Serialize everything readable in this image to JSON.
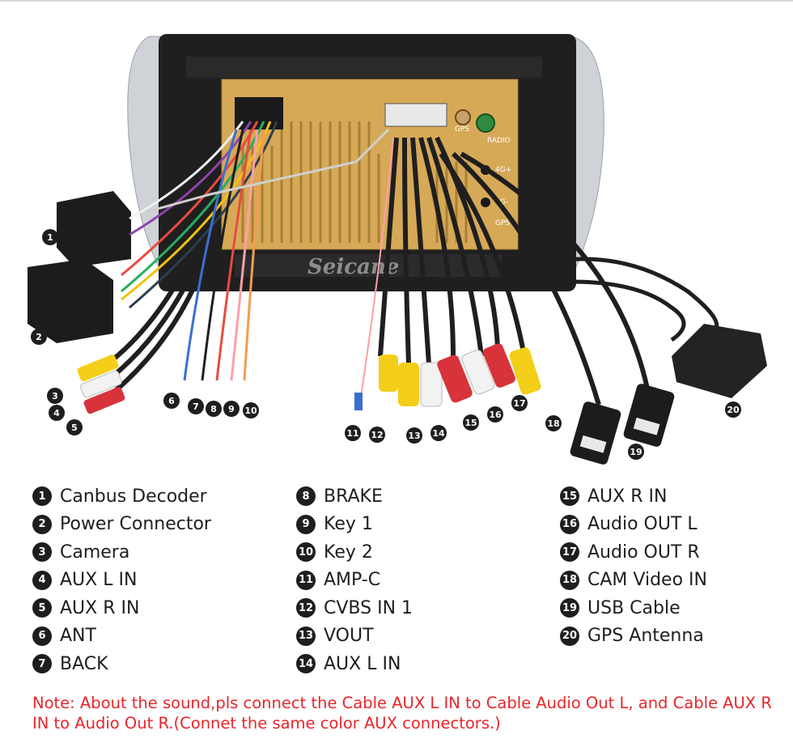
{
  "brand_watermark": "Seicane",
  "device_markings": {
    "gps": "GPS",
    "radio": "RADIO",
    "four_g_plus": "4G+",
    "four_g_minus": "4G-",
    "gps2": "GPS"
  },
  "callouts": [
    "1",
    "2",
    "3",
    "4",
    "5",
    "6",
    "7",
    "8",
    "9",
    "10",
    "11",
    "12",
    "13",
    "14",
    "15",
    "16",
    "17",
    "18",
    "19",
    "20"
  ],
  "legend": [
    [
      {
        "num": "1",
        "label": "Canbus Decoder"
      },
      {
        "num": "2",
        "label": "Power Connector"
      },
      {
        "num": "3",
        "label": "Camera"
      },
      {
        "num": "4",
        "label": "AUX L IN"
      },
      {
        "num": "5",
        "label": "AUX R IN"
      },
      {
        "num": "6",
        "label": "ANT"
      },
      {
        "num": "7",
        "label": "BACK"
      }
    ],
    [
      {
        "num": "8",
        "label": "BRAKE"
      },
      {
        "num": "9",
        "label": "Key 1"
      },
      {
        "num": "10",
        "label": "Key 2"
      },
      {
        "num": "11",
        "label": "AMP-C"
      },
      {
        "num": "12",
        "label": "CVBS IN 1"
      },
      {
        "num": "13",
        "label": "VOUT"
      },
      {
        "num": "14",
        "label": "AUX L IN"
      }
    ],
    [
      {
        "num": "15",
        "label": "AUX R IN"
      },
      {
        "num": "16",
        "label": "Audio OUT L"
      },
      {
        "num": "17",
        "label": "Audio OUT R"
      },
      {
        "num": "18",
        "label": "CAM Video IN"
      },
      {
        "num": "19",
        "label": "USB Cable"
      },
      {
        "num": "20",
        "label": "GPS Antenna"
      }
    ]
  ],
  "note": "Note: About the sound,pls connect the Cable AUX L IN to Cable Audio Out L, and Cable AUX R IN to  Audio Out R.(Connet the same color AUX connectors.)",
  "colors": {
    "note_red": "#e8262a",
    "chassis_gold": "#d6a957",
    "callout_dark": "#1e1e1e",
    "rca_yellow": "#f3cf19",
    "rca_red": "#d8323a",
    "rca_white": "#f2f2f2"
  }
}
